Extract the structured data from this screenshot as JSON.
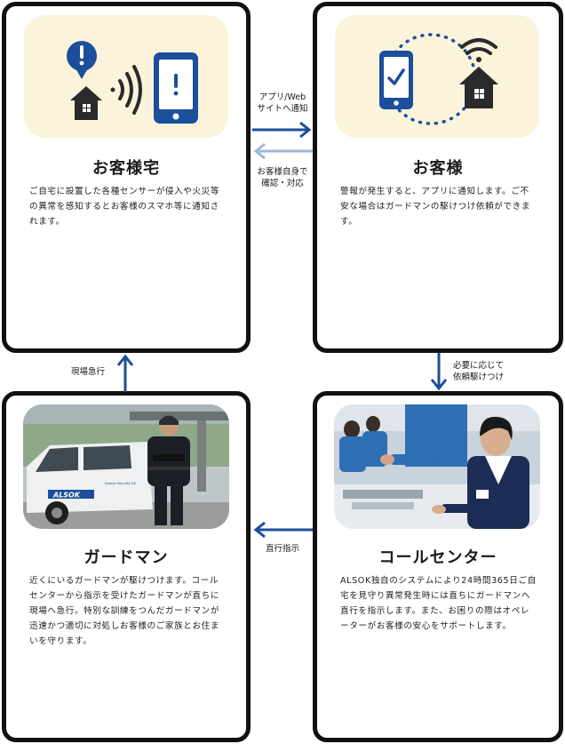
{
  "nodes": {
    "home": {
      "title": "お客様宅",
      "body": "ご自宅に設置した各種センサーが侵入や火災等の異常を感知するとお客様のスマホ等に通知されます。"
    },
    "client": {
      "title": "お客様",
      "body": "警報が発生すると、アプリに通知します。ご不安な場合はガードマンの駆けつけ依頼ができます。"
    },
    "guard": {
      "title": "ガードマン",
      "body": "近くにいるガードマンが駆けつけます。コールセンターから指示を受けたガードマンが直ちに現場へ急行。特別な訓練をつんだガードマンが迅速かつ適切に対処しお客様のご家族とお住まいを守ります。",
      "van_logo": "ALSOK",
      "van_small_text": "Always Security OK"
    },
    "center": {
      "title": "コールセンター",
      "body": "ALSOK独自のシステムにより24時間365日ご自宅を見守り異常発生時には直ちにガードマンへ直行を指示します。また、お困りの際はオペレーターがお客様の安心をサポートします。"
    }
  },
  "edges": {
    "app_notify_line1": "アプリ/Web",
    "app_notify_line2": "サイトへ通知",
    "self_confirm_line1": "お客様自身で",
    "self_confirm_line2": "確認・対応",
    "request_line1": "必要に応じて",
    "request_line2": "依頼駆けつけ",
    "dispatch": "直行指示",
    "rush": "現場急行"
  },
  "colors": {
    "accent": "#1b4e9b",
    "accent_light": "#9fb9d9",
    "illus_bg": "#fbf3da",
    "house": "#2a2a2a"
  },
  "icons": [
    "alert-bubble-icon",
    "house-icon",
    "signal-waves-icon",
    "smartphone-alert-icon",
    "smartphone-check-icon",
    "wifi-icon"
  ]
}
